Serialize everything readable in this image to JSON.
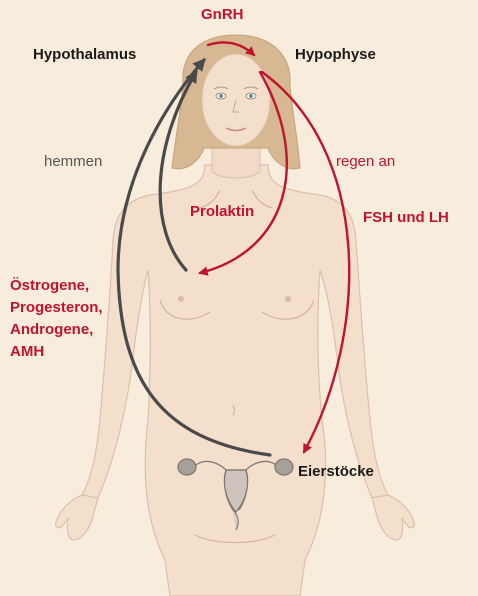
{
  "labels": {
    "gnrh": "GnRH",
    "hypothalamus": "Hypothalamus",
    "hypophyse": "Hypophyse",
    "hemmen": "hemmen",
    "regen_an": "regen an",
    "prolaktin": "Prolaktin",
    "fsh_lh": "FSH und LH",
    "hormones": "Östrogene,\nProgesteron,\nAndrogene,\nAMH",
    "eierstoecke": "Eierstöcke"
  },
  "colors": {
    "background": "#f8ecdd",
    "skin": "#f4dfcd",
    "skin_outline": "#dcc0a6",
    "hair": "#d7b892",
    "stimulating_arrow": "#c0142e",
    "inhibiting_arrow": "#4a4a4a"
  }
}
